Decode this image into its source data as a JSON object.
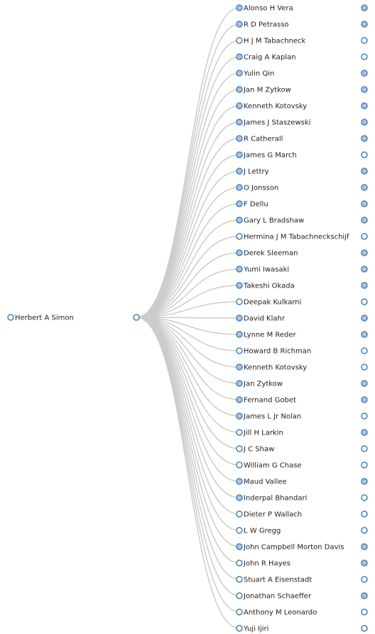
{
  "colors": {
    "link": "#cccccc",
    "node_stroke": "#4682b4",
    "collapsed_fill": "#b0c4de",
    "leaf_fill": "#ffffff"
  },
  "root": {
    "label": "Herbert A Simon",
    "collapsed": false
  },
  "hub": {
    "label": "",
    "collapsed": false
  },
  "children": [
    {
      "label": "Alonso H Vera",
      "collapsed": true,
      "end_collapsed": true
    },
    {
      "label": "R D Petrasso",
      "collapsed": true,
      "end_collapsed": true
    },
    {
      "label": "H J M Tabachneck",
      "collapsed": false,
      "end_collapsed": false
    },
    {
      "label": "Craig A Kaplan",
      "collapsed": true,
      "end_collapsed": false
    },
    {
      "label": "Yulin Qin",
      "collapsed": true,
      "end_collapsed": true
    },
    {
      "label": "Jan M Zytkow",
      "collapsed": true,
      "end_collapsed": true
    },
    {
      "label": "Kenneth Kotovsky",
      "collapsed": true,
      "end_collapsed": true
    },
    {
      "label": "James J Staszewski",
      "collapsed": true,
      "end_collapsed": true
    },
    {
      "label": "R Catherall",
      "collapsed": true,
      "end_collapsed": true
    },
    {
      "label": "James G March",
      "collapsed": true,
      "end_collapsed": false
    },
    {
      "label": "J Lettry",
      "collapsed": true,
      "end_collapsed": true
    },
    {
      "label": "O Jonsson",
      "collapsed": true,
      "end_collapsed": true
    },
    {
      "label": "F Dellu",
      "collapsed": true,
      "end_collapsed": true
    },
    {
      "label": "Gary L Bradshaw",
      "collapsed": true,
      "end_collapsed": true
    },
    {
      "label": "Hermina J M Tabachneckschijf",
      "collapsed": false,
      "end_collapsed": false
    },
    {
      "label": "Derek Sleeman",
      "collapsed": true,
      "end_collapsed": true
    },
    {
      "label": "Yumi Iwasaki",
      "collapsed": true,
      "end_collapsed": true
    },
    {
      "label": "Takeshi Okada",
      "collapsed": true,
      "end_collapsed": true
    },
    {
      "label": "Deepak Kulkarni",
      "collapsed": false,
      "end_collapsed": false
    },
    {
      "label": "David Klahr",
      "collapsed": true,
      "end_collapsed": true
    },
    {
      "label": "Lynne M Reder",
      "collapsed": true,
      "end_collapsed": true
    },
    {
      "label": "Howard B Richman",
      "collapsed": false,
      "end_collapsed": false
    },
    {
      "label": "Kenneth Kotovsky",
      "collapsed": true,
      "end_collapsed": false
    },
    {
      "label": "Jan Zytkow",
      "collapsed": true,
      "end_collapsed": true
    },
    {
      "label": "Fernand Gobet",
      "collapsed": true,
      "end_collapsed": true
    },
    {
      "label": "James L Jr Nolan",
      "collapsed": true,
      "end_collapsed": false
    },
    {
      "label": "Jill H Larkin",
      "collapsed": false,
      "end_collapsed": true
    },
    {
      "label": "J C Shaw",
      "collapsed": false,
      "end_collapsed": false
    },
    {
      "label": "William G Chase",
      "collapsed": false,
      "end_collapsed": false
    },
    {
      "label": "Maud Vallee",
      "collapsed": true,
      "end_collapsed": true
    },
    {
      "label": "Inderpal Bhandari",
      "collapsed": true,
      "end_collapsed": false
    },
    {
      "label": "Dieter P Wallach",
      "collapsed": false,
      "end_collapsed": false
    },
    {
      "label": "L W Gregg",
      "collapsed": false,
      "end_collapsed": false
    },
    {
      "label": "John Campbell Morton Davis",
      "collapsed": true,
      "end_collapsed": true
    },
    {
      "label": "John R Hayes",
      "collapsed": false,
      "end_collapsed": true
    },
    {
      "label": "Stuart A Eisenstadt",
      "collapsed": false,
      "end_collapsed": false
    },
    {
      "label": "Jonathan Schaeffer",
      "collapsed": false,
      "end_collapsed": true
    },
    {
      "label": "Anthony M Leonardo",
      "collapsed": false,
      "end_collapsed": false
    },
    {
      "label": "Yuji Ijiri",
      "collapsed": false,
      "end_collapsed": false
    }
  ]
}
